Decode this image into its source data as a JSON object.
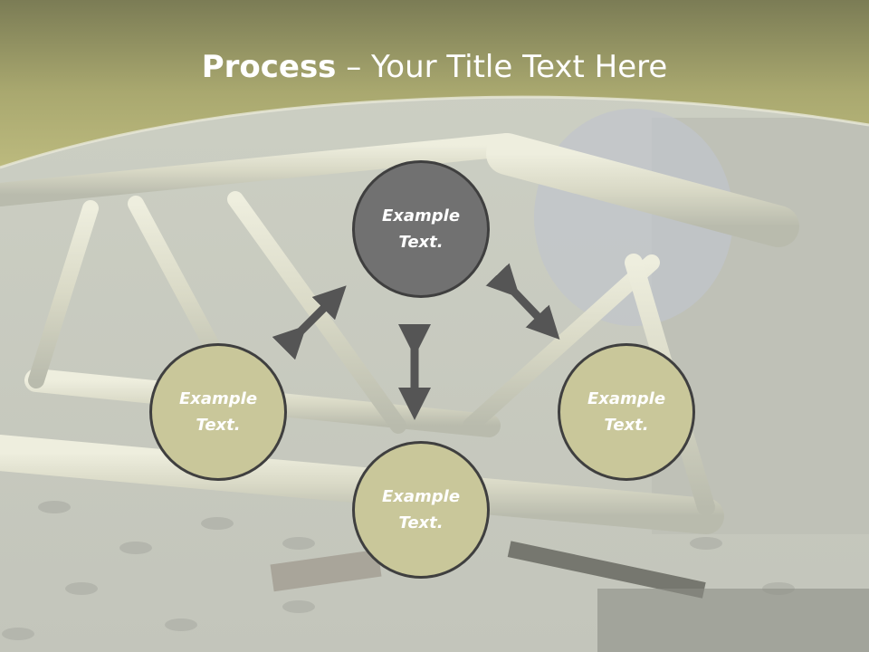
{
  "slide": {
    "title_bold": "Process",
    "title_rest": " – Your Title Text Here",
    "nodes": [
      {
        "text": "Example\nText."
      },
      {
        "text": "Example\nText."
      },
      {
        "text": "Example\nText."
      },
      {
        "text": "Example\nText."
      }
    ]
  },
  "colors": {
    "header": "#b8b679",
    "center_node": "#717171",
    "outer_node": "#c9c79a",
    "arrow": "#555555"
  }
}
